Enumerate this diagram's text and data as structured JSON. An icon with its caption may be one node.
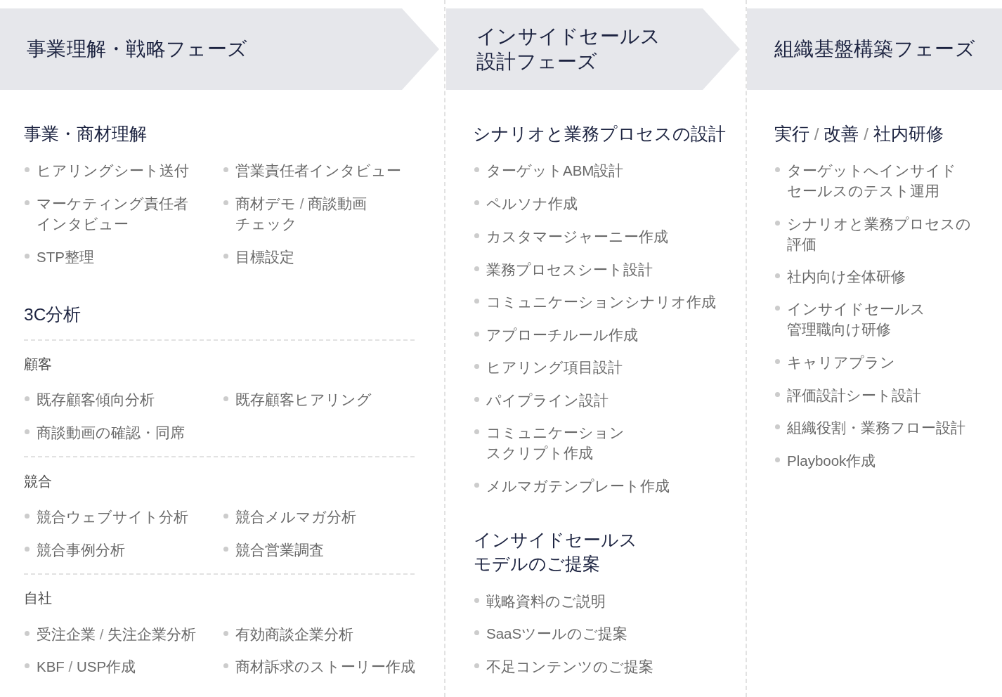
{
  "diagram": {
    "nodes": [
      {
        "text": [
          "事業理解・戦略フェーズ"
        ]
      },
      {
        "text": [
          "インサイドセールス設計フェーズ"
        ]
      },
      {
        "text": [
          "組織基盤構築フェーズ"
        ]
      }
    ],
    "labels": [
      "事業・商材理解",
      "ヒアリングシート送付",
      "営業責任者インタビュー",
      "マーケティング責任者インタビュー",
      "商材デモ / 商談動画チェック",
      "STP整理",
      "目標設定",
      "3C分析",
      "顧客",
      "既存顧客傾向分析",
      "既存顧客ヒアリング",
      "商談動画の確認・同席",
      "競合",
      "競合ウェブサイト分析",
      "競合メルマガ分析",
      "競合事例分析",
      "競合営業調査",
      "自社",
      "受注企業 / 失注企業分析",
      "有効商談企業分析",
      "KBF / USP作成",
      "商材訴求のストーリー作成",
      "シナリオと業務プロセスの設計",
      "ターゲットABM設計",
      "ペルソナ作成",
      "カスタマージャーニー作成",
      "業務プロセスシート設計",
      "コミュニケーションシナリオ作成",
      "アプローチルール作成",
      "ヒアリング項目設計",
      "パイプライン設計",
      "コミュニケーションスクリプト作成",
      "メルマガテンプレート作成",
      "インサイドセールスモデルのご提案",
      "戦略資料のご説明",
      "SaaSツールのご提案",
      "不足コンテンツのご提案",
      "実行 / 改善 / 社内研修",
      "ターゲットへインサイドセールスのテスト運用",
      "シナリオと業務プロセスの評価",
      "社内向け全体研修",
      "インサイドセールス管理職向け研修",
      "キャリアプラン",
      "評価設計シート設計",
      "組織役割・業務フロー設計",
      "Playbook作成"
    ]
  }
}
